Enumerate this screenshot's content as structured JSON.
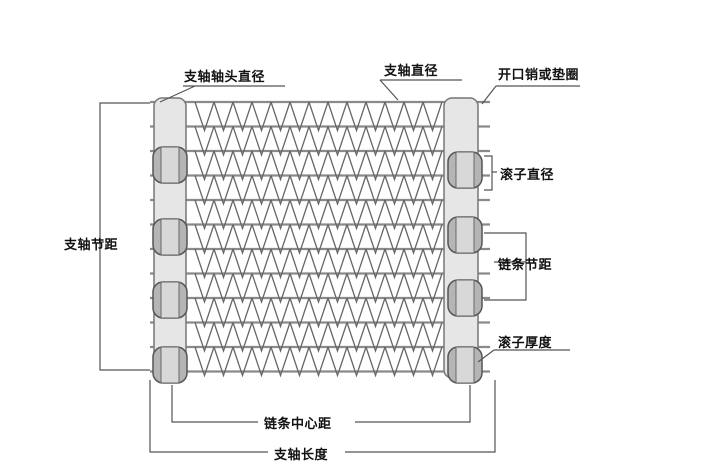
{
  "labels": {
    "shaft_end_diameter": "支轴轴头直径",
    "shaft_diameter": "支轴直径",
    "cotter_pin_or_washer": "开口销或垫圈",
    "roller_diameter": "滚子直径",
    "chain_pitch": "链条节距",
    "roller_thickness": "滚子厚度",
    "shaft_pitch": "支轴节距",
    "chain_center_distance": "链条中心距",
    "shaft_length": "支轴长度"
  },
  "colors": {
    "line": "#555555",
    "metal": "#9a9a9a",
    "roller": "#b5b5b5",
    "text": "#111111"
  }
}
